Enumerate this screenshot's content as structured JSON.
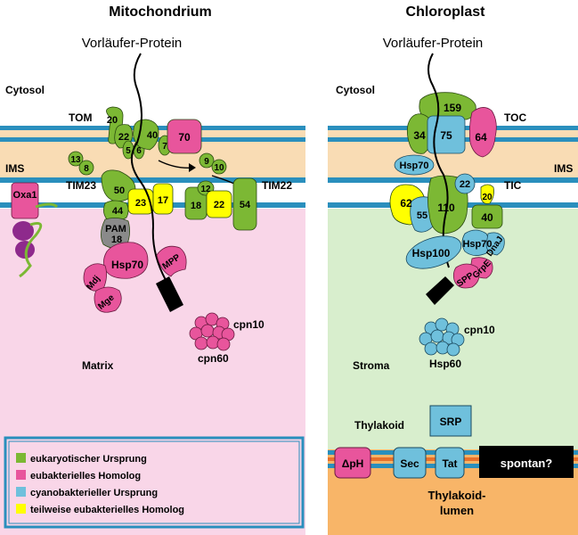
{
  "titles": {
    "left": "Mitochondrium",
    "right": "Chloroplast"
  },
  "precursor": {
    "left": "Vorläufer-Protein",
    "right": "Vorläufer-Protein"
  },
  "regions": {
    "cytosol_left": "Cytosol",
    "cytosol_right": "Cytosol",
    "ims_left": "IMS",
    "ims_right": "IMS",
    "matrix": "Matrix",
    "stroma": "Stroma",
    "thylakoid": "Thylakoid",
    "lumen_line1": "Thylakoid-",
    "lumen_line2": "lumen"
  },
  "complexes": {
    "tom": "TOM",
    "tim23": "TIM23",
    "tim22": "TIM22",
    "toc": "TOC",
    "tic": "TIC",
    "pam": "PAM"
  },
  "mito_proteins": {
    "tom20": "20",
    "tom22": "22",
    "tom5": "5",
    "tom6": "6",
    "tom40": "40",
    "tom7": "7",
    "tom70": "70",
    "tim13": "13",
    "tim8": "8",
    "tim9": "9",
    "tim10": "10",
    "tim12": "12",
    "tim50": "50",
    "tim23": "23",
    "tim17": "17",
    "tim44": "44",
    "tim18": "18",
    "tim22": "22",
    "tim54": "54",
    "pam18": "18",
    "oxa1": "Oxa1",
    "hsp70": "Hsp70",
    "mdj": "Mdj",
    "mge": "Mge",
    "mpp": "MPP",
    "cpn10": "cpn10",
    "cpn60": "cpn60"
  },
  "chloro_proteins": {
    "toc159": "159",
    "toc34": "34",
    "toc75": "75",
    "toc64": "64",
    "hsp70_ims": "Hsp70",
    "tic22": "22",
    "tic20": "20",
    "tic62": "62",
    "tic55": "55",
    "tic110": "110",
    "tic40": "40",
    "hsp100": "Hsp100",
    "hsp70": "Hsp70",
    "dnaj": "DnaJ",
    "grpe": "GrpE",
    "spp": "SPP",
    "cpn10": "cpn10",
    "hsp60": "Hsp60",
    "srp": "SRP",
    "dph": "ΔpH",
    "sec": "Sec",
    "tat": "Tat",
    "spontan": "spontan?"
  },
  "legend": [
    {
      "label": "eukaryotischer Ursprung",
      "color": "#7cb834"
    },
    {
      "label": "eubakterielles Homolog",
      "color": "#e8559c"
    },
    {
      "label": "cyanobakterieller Ursprung",
      "color": "#6fc0dc"
    },
    {
      "label": "teilweise eubakterielles Homolog",
      "color": "#ffff00"
    }
  ],
  "colors": {
    "green": "#7cb834",
    "pink": "#e8559c",
    "blue": "#6fc0dc",
    "yellow": "#ffff00",
    "membrane": "#2a8fbd",
    "ims": "#f9dcb4",
    "matrix": "#f9d6e8",
    "stroma": "#d8eecd",
    "lumen": "#f8b568",
    "purple": "#8e2a8c",
    "gray": "#8a8a8a"
  }
}
